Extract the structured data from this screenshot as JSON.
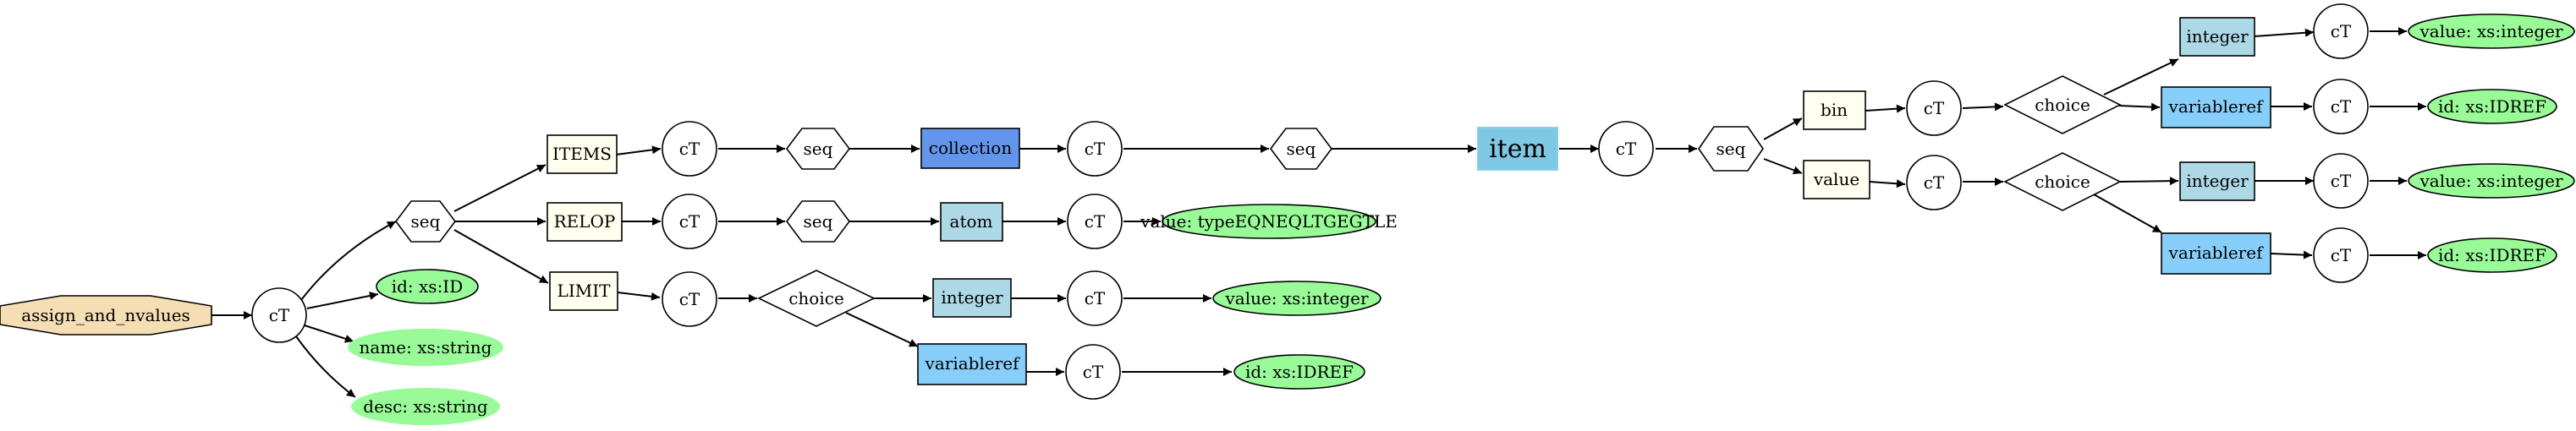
{
  "diagram": {
    "nodes": {
      "root": "assign_and_nvalues",
      "ct_root": "cT",
      "seq_root": "seq",
      "attr_id": "id: xs:ID",
      "attr_name": "name: xs:string",
      "attr_desc": "desc: xs:string",
      "items": "ITEMS",
      "relop": "RELOP",
      "limit": "LIMIT",
      "ct_items": "cT",
      "ct_relop": "cT",
      "ct_limit": "cT",
      "seq_items": "seq",
      "seq_relop": "seq",
      "choice_limit": "choice",
      "collection": "collection",
      "atom": "atom",
      "limit_integer": "integer",
      "limit_variableref": "variableref",
      "ct_collection": "cT",
      "ct_atom": "cT",
      "ct_limit_integer": "cT",
      "ct_limit_varref": "cT",
      "val_atom": "value: typeEQNEQLTGEGTLE",
      "val_limit_integer": "value: xs:integer",
      "val_limit_varref": "id: xs:IDREF",
      "seq_collection": "seq",
      "item": "item",
      "ct_item": "cT",
      "seq_item": "seq",
      "bin": "bin",
      "value": "value",
      "ct_bin": "cT",
      "ct_value": "cT",
      "choice_bin": "choice",
      "choice_value": "choice",
      "bin_integer": "integer",
      "bin_variableref": "variableref",
      "value_integer": "integer",
      "value_variableref": "variableref",
      "ct_bin_integer": "cT",
      "ct_bin_varref": "cT",
      "ct_value_integer": "cT",
      "ct_value_varref": "cT",
      "val_bin_integer": "value: xs:integer",
      "val_bin_varref": "id: xs:IDREF",
      "val_value_integer": "value: xs:integer",
      "val_value_varref": "id: xs:IDREF"
    },
    "colors": {
      "root_fill": "#f5deb3",
      "element_fill": "#fffff0",
      "integer_fill": "#add8e6",
      "variableref_fill": "#87cefa",
      "collection_fill": "#6495ed",
      "item_fill": "#7ec8e3",
      "item_stroke": "#87ceeb",
      "attr_fill": "#98fb98",
      "line": "#000000"
    }
  }
}
